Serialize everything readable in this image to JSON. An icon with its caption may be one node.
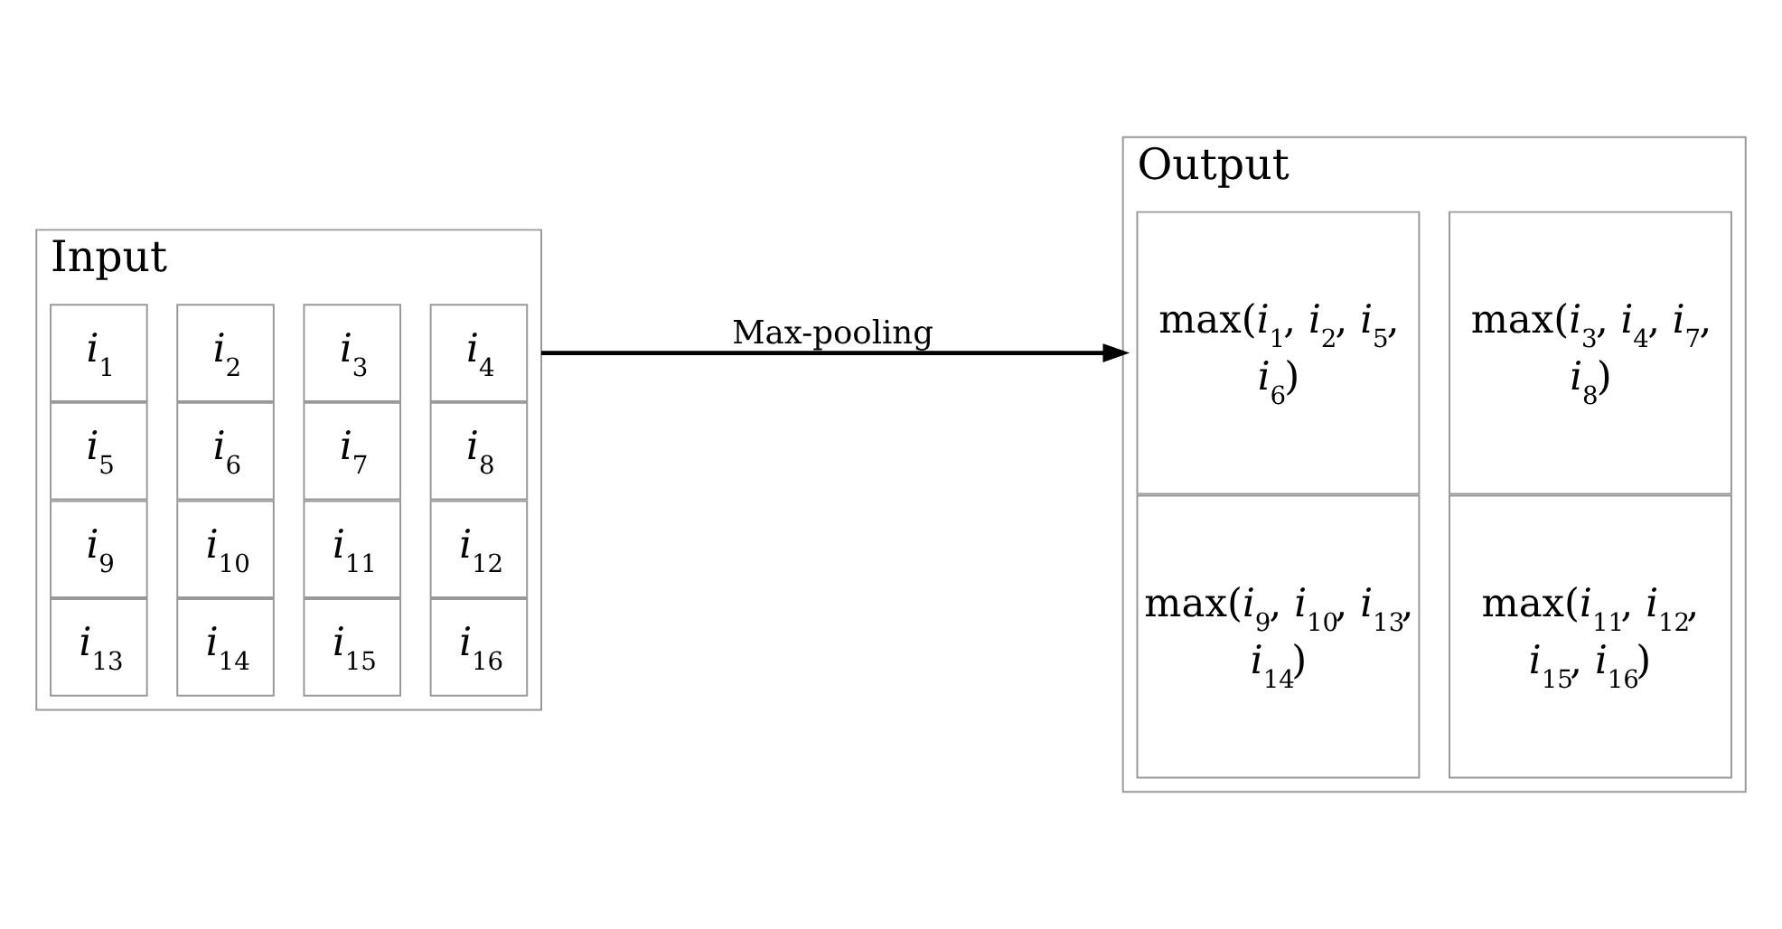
{
  "diagram": {
    "nodes": [
      {
        "text": [
          "Input"
        ]
      },
      {
        "text": [
          "*i*$_{1}$"
        ],
        "in": 0
      },
      {
        "text": [
          "*i*$_{2}$"
        ],
        "in": 0
      },
      {
        "text": [
          "*i*$_{3}$"
        ],
        "in": 0
      },
      {
        "text": [
          "*i*$_{4}$"
        ],
        "in": 0
      },
      {
        "text": [
          "*i*$_{5}$"
        ],
        "in": 0
      },
      {
        "text": [
          "*i*$_{6}$"
        ],
        "in": 0
      },
      {
        "text": [
          "*i*$_{7}$"
        ],
        "in": 0
      },
      {
        "text": [
          "*i*$_{8}$"
        ],
        "in": 0
      },
      {
        "text": [
          "*i*$_{9}$"
        ],
        "in": 0
      },
      {
        "text": [
          "*i*$_{10}$"
        ],
        "in": 0
      },
      {
        "text": [
          "*i*$_{11}$"
        ],
        "in": 0
      },
      {
        "text": [
          "*i*$_{12}$"
        ],
        "in": 0
      },
      {
        "text": [
          "*i*$_{13}$"
        ],
        "in": 0
      },
      {
        "text": [
          "*i*$_{14}$"
        ],
        "in": 0
      },
      {
        "text": [
          "*i*$_{15}$"
        ],
        "in": 0
      },
      {
        "text": [
          "*i*$_{16}$"
        ],
        "in": 0
      },
      {
        "text": [
          "Output"
        ]
      },
      {
        "text": [
          "max(*i*$_{1}$, *i*$_{2}$, *i*$_{5}$, *i*$_{6}$)"
        ],
        "in": 17
      },
      {
        "text": [
          "max(*i*$_{3}$, *i*$_{4}$, *i*$_{7}$, *i*$_{8}$)"
        ],
        "in": 17
      },
      {
        "text": [
          "max(*i*$_{9}$, *i*$_{10}$, *i*$_{13}$, *i*$_{14}$)"
        ],
        "in": 17
      },
      {
        "text": [
          "max(*i*$_{11}$, *i*$_{12}$, *i*$_{15}$, *i*$_{16}$)"
        ],
        "in": 17
      }
    ],
    "edges": [
      {
        "from": 0,
        "to": 17,
        "arrow": "to",
        "label": "Max-pooling"
      }
    ]
  }
}
